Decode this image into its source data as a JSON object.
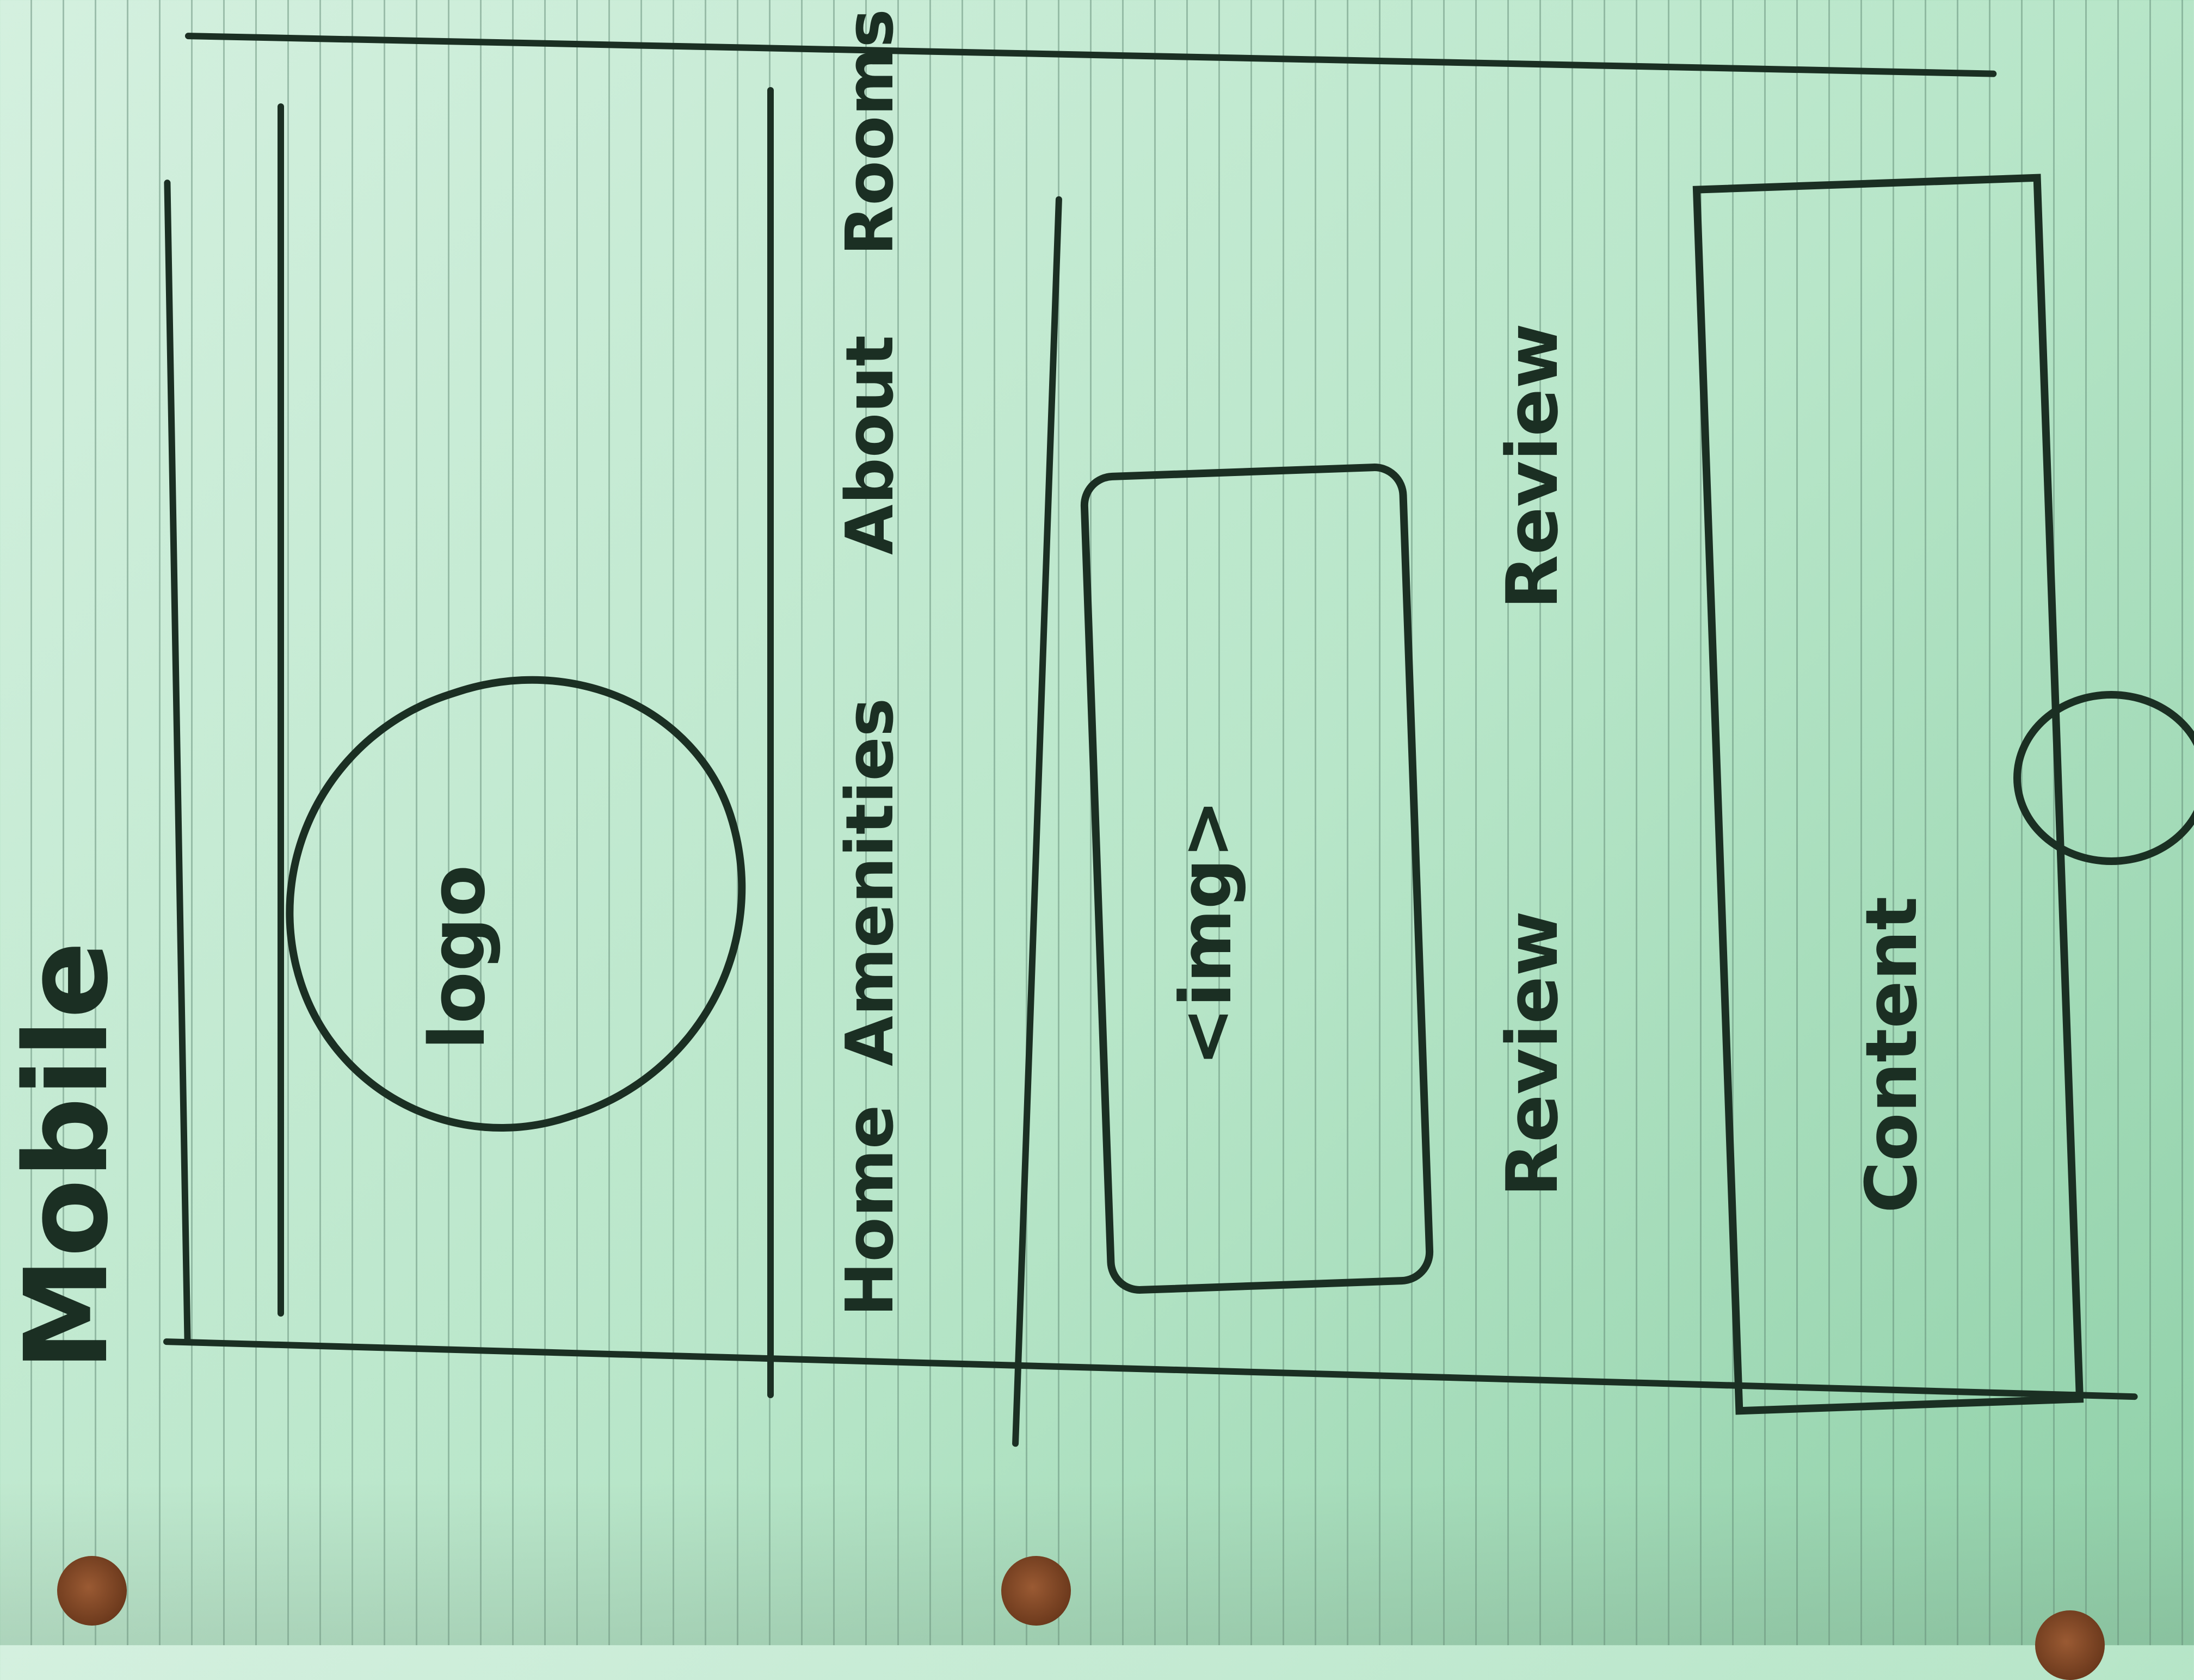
{
  "title": "Mobile",
  "header": {
    "logo_label": "logo"
  },
  "nav": {
    "items": [
      "Home",
      "Amenities",
      "About",
      "Rooms"
    ]
  },
  "hero": {
    "image_label": "<img>"
  },
  "reviews": [
    "Review",
    "Review"
  ],
  "main": {
    "content_label": "Content"
  },
  "colors": {
    "paper": "#b8e6c9",
    "ink": "#1b2f23",
    "hole": "#6d3a1d"
  }
}
